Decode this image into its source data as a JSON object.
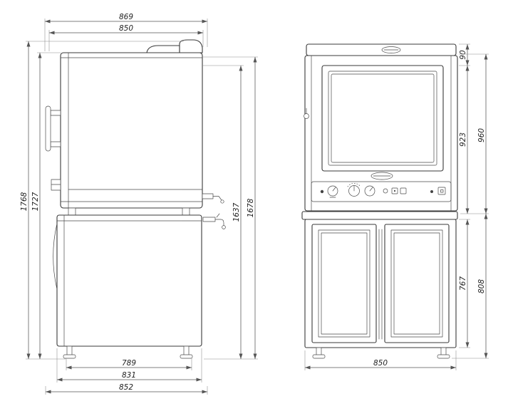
{
  "drawing": {
    "ink_color": "#3a3a3a",
    "side_view": {
      "dim_top_outer": "869",
      "dim_top_inner": "850",
      "dim_left_outer": "1768",
      "dim_left_inner": "1727",
      "dim_right_inner": "1637",
      "dim_right_outer": "1678",
      "dim_bottom_inner": "789",
      "dim_bottom_mid": "831",
      "dim_bottom_outer": "852"
    },
    "front_view": {
      "dim_top_strip": "90",
      "dim_oven_height": "923",
      "dim_oven_total_height": "960",
      "dim_stand_height": "767",
      "dim_stand_total_height": "808",
      "dim_width": "850"
    }
  }
}
